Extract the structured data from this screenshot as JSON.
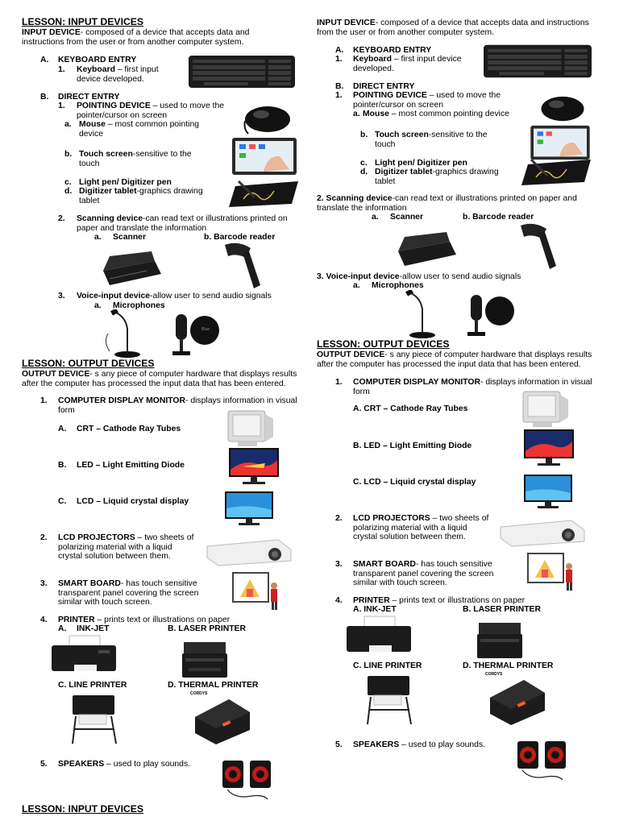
{
  "left": {
    "lesson_input_title": "LESSON: INPUT DEVICES",
    "input_def_term": "INPUT DEVICE",
    "input_def_text": "- composed of a device that accepts data and instructions from the user or from another computer system.",
    "a_letter": "A.",
    "a_label": "KEYBOARD ENTRY",
    "a1_num": "1.",
    "a1_term": "Keyboard",
    "a1_text": " – first input device developed.",
    "b_letter": "B.",
    "b_label": "DIRECT ENTRY",
    "b1_num": "1.",
    "b1_term": "POINTING DEVICE",
    "b1_text": " – used to move the pointer/cursor on screen",
    "ba_letter": "a.",
    "ba_term": "Mouse",
    "ba_text": " – most common pointing device",
    "bb_letter": "b.",
    "bb_term": "Touch screen",
    "bb_text": "-sensitive to the touch",
    "bc_letter": "c.",
    "bc_term": "Light pen/ Digitizer pen",
    "bd_letter": "d.",
    "bd_term": "Digitizer tablet",
    "bd_text": "-graphics drawing tablet",
    "s2_num": "2.",
    "s2_term": "Scanning device",
    "s2_text": "-can read text or illustrations printed on paper and translate the information",
    "s2a_letter": "a.",
    "s2a_label": "Scanner",
    "s2b_label": "b. Barcode reader",
    "s3_num": "3.",
    "s3_term": "Voice-input device",
    "s3_text": "-allow user to send audio signals",
    "s3a_letter": "a.",
    "s3a_label": "Microphones",
    "lesson_output_title": "LESSON: OUTPUT DEVICES",
    "output_def_term": "OUTPUT DEVICE",
    "output_def_text": "- s any piece of computer hardware that displays results after the computer has processed the input data that has been entered.",
    "o1_num": "1.",
    "o1_term": "COMPUTER DISPLAY MONITOR",
    "o1_text": "- displays information in visual form",
    "o1a": "A.",
    "o1a_label": "CRT – Cathode Ray Tubes",
    "o1b": "B.",
    "o1b_label": "LED – Light Emitting Diode",
    "o1c": "C.",
    "o1c_label": "LCD – Liquid crystal display",
    "o2_num": "2.",
    "o2_term": "LCD PROJECTORS",
    "o2_text": " – two sheets of polarizing material with a liquid crystal solution between them.",
    "o3_num": "3.",
    "o3_term": "SMART BOARD",
    "o3_text": "- has touch sensitive transparent panel covering the screen similar with touch screen.",
    "o4_num": "4.",
    "o4_term": "PRINTER",
    "o4_text": " – prints text or illustrations on paper",
    "o4a": "A.",
    "o4a_label": "INK-JET",
    "o4b_label": "B. LASER PRINTER",
    "o4c_label": "C. LINE PRINTER",
    "o4d_label": "D. THERMAL PRINTER",
    "o5_num": "5.",
    "o5_term": "SPEAKERS",
    "o5_text": " – used to play sounds.",
    "footer_title": "LESSON: INPUT DEVICES"
  },
  "right": {
    "input_def_term": "INPUT DEVICE",
    "input_def_text": "- composed of a device that accepts data and instructions from the user or from another computer system.",
    "a_letter": "A.",
    "a_label": "KEYBOARD ENTRY",
    "a1_num": "1.",
    "a1_term": "Keyboard",
    "a1_text": " – first input device developed.",
    "b_letter": "B.",
    "b_label": "DIRECT ENTRY",
    "b1_num": "1.",
    "b1_term": "POINTING DEVICE",
    "b1_text": " – used to move the pointer/cursor on screen",
    "ba_letter": "a.",
    "ba_term": "Mouse",
    "ba_text": " – most common pointing device",
    "bb_letter": "b.",
    "bb_term": "Touch screen",
    "bb_text": "-sensitive to the touch",
    "bc_letter": "c.",
    "bc_term": "Light pen/ Digitizer pen",
    "bd_letter": "d.",
    "bd_term": "Digitizer tablet",
    "bd_text": "-graphics drawing tablet",
    "s2_term": "2. Scanning device",
    "s2_text": "-can read text or illustrations printed on paper and translate the information",
    "s2a_letter": "a.",
    "s2a_label": "Scanner",
    "s2b_label": "b. Barcode reader",
    "s3_term": "3. Voice-input device",
    "s3_text": "-allow user to send audio signals",
    "s3a_letter": "a.",
    "s3a_label": "Microphones",
    "lesson_output_title": "LESSON: OUTPUT DEVICES",
    "output_def_term": "OUTPUT DEVICE",
    "output_def_text": "- s any piece of computer hardware that displays results after the computer has processed the input data that has been entered.",
    "o1_num": "1.",
    "o1_term": "COMPUTER DISPLAY MONITOR",
    "o1_text": "- displays information in visual form",
    "o1a_label": "A. CRT – Cathode Ray Tubes",
    "o1b_label": "B. LED – Light Emitting Diode",
    "o1c_label": "C. LCD – Liquid crystal display",
    "o2_num": "2.",
    "o2_term": "LCD PROJECTORS",
    "o2_text": " – two sheets of polarizing material with a liquid crystal solution between them.",
    "o3_num": "3.",
    "o3_term": "SMART BOARD",
    "o3_text": "- has touch sensitive transparent panel covering the screen similar with touch screen.",
    "o4_num": "4.",
    "o4_term": "PRINTER",
    "o4_text": " – prints text or illustrations on paper",
    "o4a_label": "A. INK-JET",
    "o4b_label": "B. LASER PRINTER",
    "o4c_label": "C. LINE PRINTER",
    "o4d_label": "D. THERMAL PRINTER",
    "o5_num": "5.",
    "o5_term": "SPEAKERS",
    "o5_text": " – used to play sounds."
  },
  "images": {
    "keyboard": "keyboard-image",
    "mouse": "mouse-image",
    "touchscreen": "touchscreen-image",
    "tablet": "digitizer-tablet-image",
    "scanner": "scanner-image",
    "barcode": "barcode-reader-image",
    "mic_gooseneck": "gooseneck-microphone-image",
    "mic_studio": "studio-microphone-image",
    "crt": "crt-monitor-image",
    "led": "led-monitor-image",
    "lcd": "lcd-monitor-image",
    "projector": "projector-image",
    "smartboard": "smart-board-image",
    "inkjet": "inkjet-printer-image",
    "laser": "laser-printer-image",
    "line": "line-printer-image",
    "thermal": "thermal-printer-image",
    "speakers": "speakers-image",
    "thermal_brand": "CORDYS"
  }
}
